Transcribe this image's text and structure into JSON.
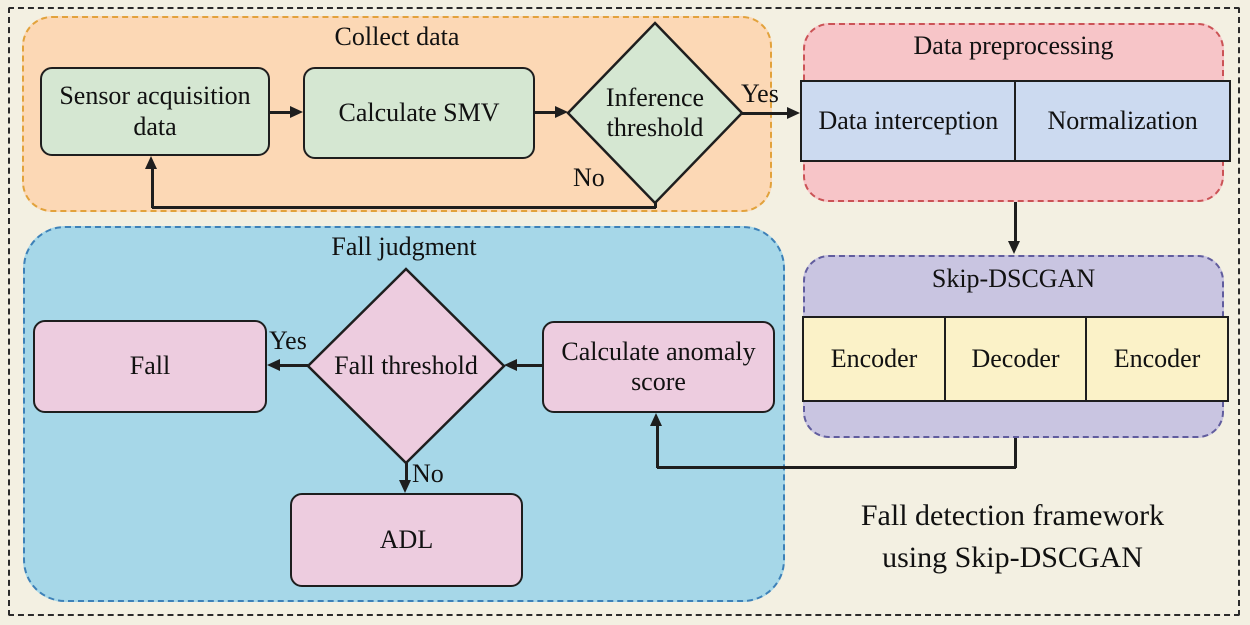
{
  "collect": {
    "title": "Collect data"
  },
  "preprocessing": {
    "title": "Data preprocessing",
    "boxes": [
      "Data interception",
      "Normalization"
    ]
  },
  "skip_dscgan": {
    "title": "Skip-DSCGAN",
    "boxes": [
      "Encoder",
      "Decoder",
      "Encoder"
    ]
  },
  "judgment": {
    "title": "Fall judgment"
  },
  "nodes": {
    "sensor": "Sensor acquisition data",
    "smv": "Calculate SMV",
    "inference": "Inference threshold",
    "fall": "Fall",
    "fall_threshold": "Fall threshold",
    "anomaly": "Calculate anomaly score",
    "adl": "ADL"
  },
  "edge_labels": {
    "inference_yes": "Yes",
    "inference_no": "No",
    "fall_yes": "Yes",
    "fall_no": "No"
  },
  "caption": {
    "line1": "Fall detection framework",
    "line2": "using Skip-DSCGAN"
  },
  "palette": {
    "page_background": "#f3f0e2",
    "outer_border": "#2b2b2b",
    "collect_fill": "#fcd8b5",
    "collect_border": "#e2a23c",
    "green_node_fill": "#d5e7d2",
    "preprocessing_fill": "#f7c5c8",
    "preprocessing_border": "#cb5356",
    "blue_cell_fill": "#ccdaf0",
    "skip_fill": "#c9c5e1",
    "skip_border": "#615d9e",
    "yellow_cell_fill": "#fbf2c8",
    "judgment_fill": "#a6d7e8",
    "judgment_border": "#3d81b8",
    "pink_node_fill": "#edccdf",
    "line_color": "#1e1e1e"
  }
}
